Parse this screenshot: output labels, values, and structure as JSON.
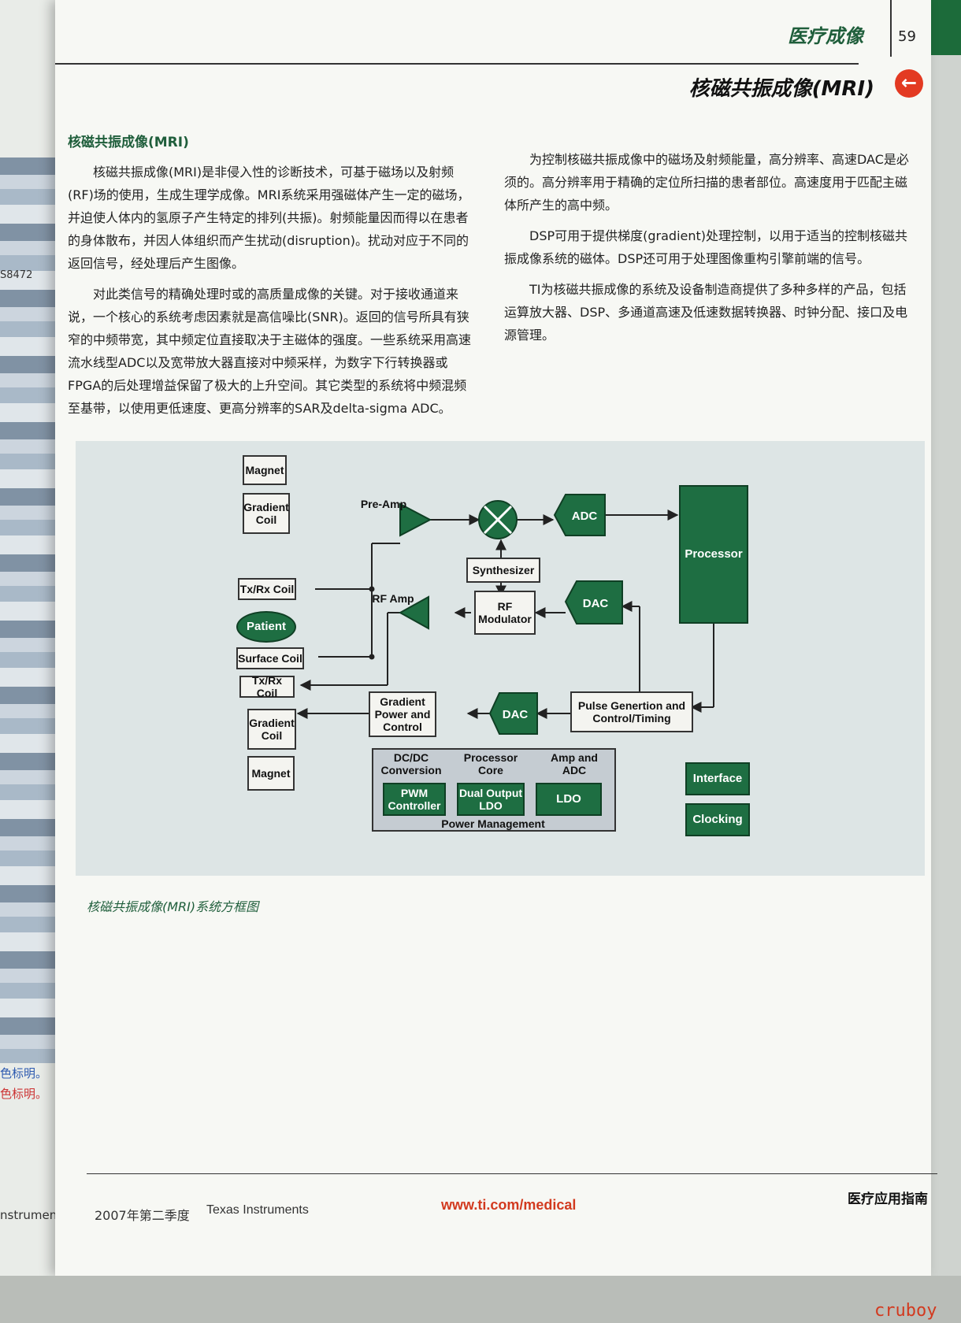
{
  "header": {
    "section": "医疗成像",
    "page_number": "59",
    "title": "核磁共振成像(MRI)",
    "back_icon": "arrow-left-icon"
  },
  "article": {
    "heading": "核磁共振成像(MRI)",
    "left_paragraphs": [
      "核磁共振成像(MRI)是非侵入性的诊断技术，可基于磁场以及射频(RF)场的使用，生成生理学成像。MRI系统采用强磁体产生一定的磁场，并迫使人体内的氢原子产生特定的排列(共振)。射频能量因而得以在患者的身体散布，并因人体组织而产生扰动(disruption)。扰动对应于不同的返回信号，经处理后产生图像。",
      "对此类信号的精确处理时或的高质量成像的关键。对于接收通道来说，一个核心的系统考虑因素就是高信噪比(SNR)。返回的信号所具有狭窄的中频带宽，其中频定位直接取决于主磁体的强度。一些系统采用高速流水线型ADC以及宽带放大器直接对中频采样，为数字下行转换器或FPGA的后处理增益保留了极大的上升空间。其它类型的系统将中频混频至基带，以使用更低速度、更高分辨率的SAR及delta-sigma ADC。"
    ],
    "right_paragraphs": [
      "为控制核磁共振成像中的磁场及射频能量，高分辨率、高速DAC是必须的。高分辨率用于精确的定位所扫描的患者部位。高速度用于匹配主磁体所产生的高中频。",
      "DSP可用于提供梯度(gradient)处理控制，以用于适当的控制核磁共振成像系统的磁体。DSP还可用于处理图像重构引擎前端的信号。",
      "TI为核磁共振成像的系统及设备制造商提供了多种多样的产品，包括运算放大器、DSP、多通道高速及低速数据转换器、时钟分配、接口及电源管理。"
    ]
  },
  "diagram": {
    "magnet_top": "Magnet",
    "gradient_coil_top": "Gradient Coil",
    "txrx_coil_top": "Tx/Rx Coil",
    "patient": "Patient",
    "surface_coil": "Surface Coil",
    "txrx_coil_bottom": "Tx/Rx Coil",
    "gradient_coil_bottom": "Gradient Coil",
    "magnet_bottom": "Magnet",
    "pre_amp": "Pre-Amp",
    "rf_amp": "RF Amp",
    "adc": "ADC",
    "synthesizer": "Synthesizer",
    "rf_modulator": "RF Modulator",
    "dac_top": "DAC",
    "dac_bottom": "DAC",
    "processor": "Processor",
    "gradient_power": "Gradient Power and Control",
    "pulse_generation": "Pulse Genertion and Control/Timing",
    "dcdc": "DC/DC Conversion",
    "processor_core": "Processor Core",
    "amp_adc": "Amp and ADC",
    "pwm_controller": "PWM Controller",
    "dual_ldo": "Dual Output LDO",
    "ldo": "LDO",
    "power_management": "Power Management",
    "interface": "Interface",
    "clocking": "Clocking",
    "mixer_icon": "mixer-icon",
    "amplifier_icon": "amplifier-triangle-icon",
    "colors": {
      "green": "#1e6e42",
      "diagram_bg": "#dde5e5",
      "power_bg": "#c5ccd2"
    }
  },
  "caption": "核磁共振成像(MRI)系统方框图",
  "footer": {
    "quarter": "2007年第二季度",
    "company": "Texas Instruments",
    "url": "www.ti.com/medical",
    "guide": "医疗应用指南"
  },
  "previous_page": {
    "code": "S8472",
    "fragment_blue": "色标明。",
    "fragment_red": "色标明。",
    "footer_fragment": "nstruments"
  },
  "watermark": "cruboy"
}
